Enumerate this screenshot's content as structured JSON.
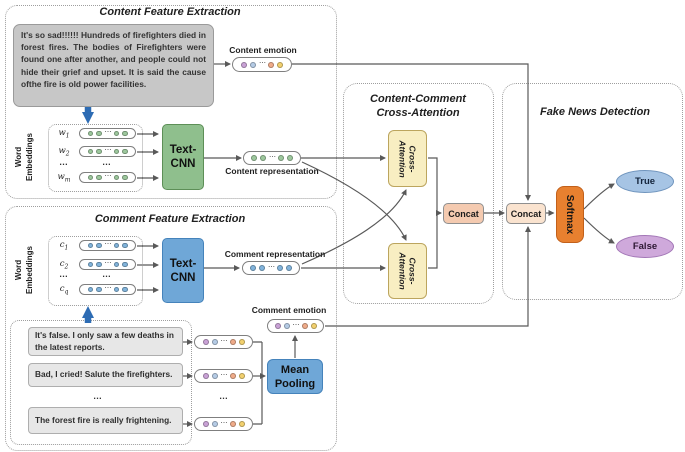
{
  "colors": {
    "line": "#595959",
    "blue_arrow": "#2d6cb4",
    "news_box": "#c7c7c7",
    "comment_box": "#e7e7e7",
    "green_box": "#8fbf8d",
    "green_box_border": "#5d8f57",
    "blue_box": "#6fa7d7",
    "blue_box_border": "#4583bb",
    "yellow_box": "#f8eec2",
    "yellow_box_border": "#bca55e",
    "concat1": "#f4cab0",
    "concat2": "#fae3cf",
    "softmax": "#e8802f",
    "softmax_border": "#c2601a",
    "true_fill": "#a6c4e4",
    "true_border": "#6f94bd",
    "false_fill": "#cfa9db",
    "false_border": "#a276b6",
    "dot_purple": "#c9a2d6",
    "dot_blue": "#b5cbe5",
    "dot_orange": "#efab89",
    "dot_yellow": "#f2d06e",
    "dot_green": "#9dc89d",
    "dot_rep_blue": "#82b4dc"
  },
  "dot_palettes": {
    "emotion": [
      "dot_purple",
      "dot_blue",
      "dot_orange",
      "dot_yellow"
    ],
    "green": [
      "dot_green",
      "dot_green",
      "dot_green",
      "dot_green"
    ],
    "blue": [
      "dot_rep_blue",
      "dot_rep_blue",
      "dot_rep_blue",
      "dot_rep_blue"
    ]
  },
  "figure": {
    "dots_ellipsis": "⋯",
    "row_ellipsis": "…",
    "sections": {
      "content": {
        "title": "Content Feature Extraction"
      },
      "comment": {
        "title": "Comment Feature Extraction"
      },
      "cross": {
        "title_line1": "Content-Comment",
        "title_line2": "Cross-Attention"
      },
      "detection": {
        "title": "Fake News Detection"
      }
    },
    "content": {
      "news_text": "It's so sad!!!!!! Hundreds of firefighters died in forest fires. The bodies of Firefighters were found one after another, and people could not hide their grief and upset. It is said the cause ofthe fire is old power facilities.",
      "embeddings_label": {
        "line1": "Word",
        "line2": "Embeddings"
      },
      "rows": [
        {
          "base": "w",
          "sub": "1"
        },
        {
          "base": "w",
          "sub": "2"
        },
        {
          "base": "w",
          "sub": "m"
        }
      ],
      "textcnn": {
        "line1": "Text-",
        "line2": "CNN"
      },
      "emotion_label": "Content emotion",
      "representation_label": "Content representation"
    },
    "comment": {
      "embeddings_label": {
        "line1": "Word",
        "line2": "Embeddings"
      },
      "rows": [
        {
          "base": "c",
          "sub": "1"
        },
        {
          "base": "c",
          "sub": "2"
        },
        {
          "base": "c",
          "sub": "q"
        }
      ],
      "textcnn": {
        "line1": "Text-",
        "line2": "CNN"
      },
      "representation_label": "Comment representation",
      "emotion_label": "Comment emotion",
      "mean_pooling": {
        "line1": "Mean",
        "line2": "Pooling"
      },
      "comments": [
        "It's false. I only saw a few deaths in the latest reports.",
        "Bad, I cried! Salute the firefighters.",
        "The forest fire is really frightening."
      ]
    },
    "cross": {
      "attention": {
        "line1": "Cross-",
        "line2": "Attention"
      },
      "concat": "Concat"
    },
    "detection": {
      "concat": "Concat",
      "softmax": "Softmax",
      "true_label": "True",
      "false_label": "False"
    }
  }
}
